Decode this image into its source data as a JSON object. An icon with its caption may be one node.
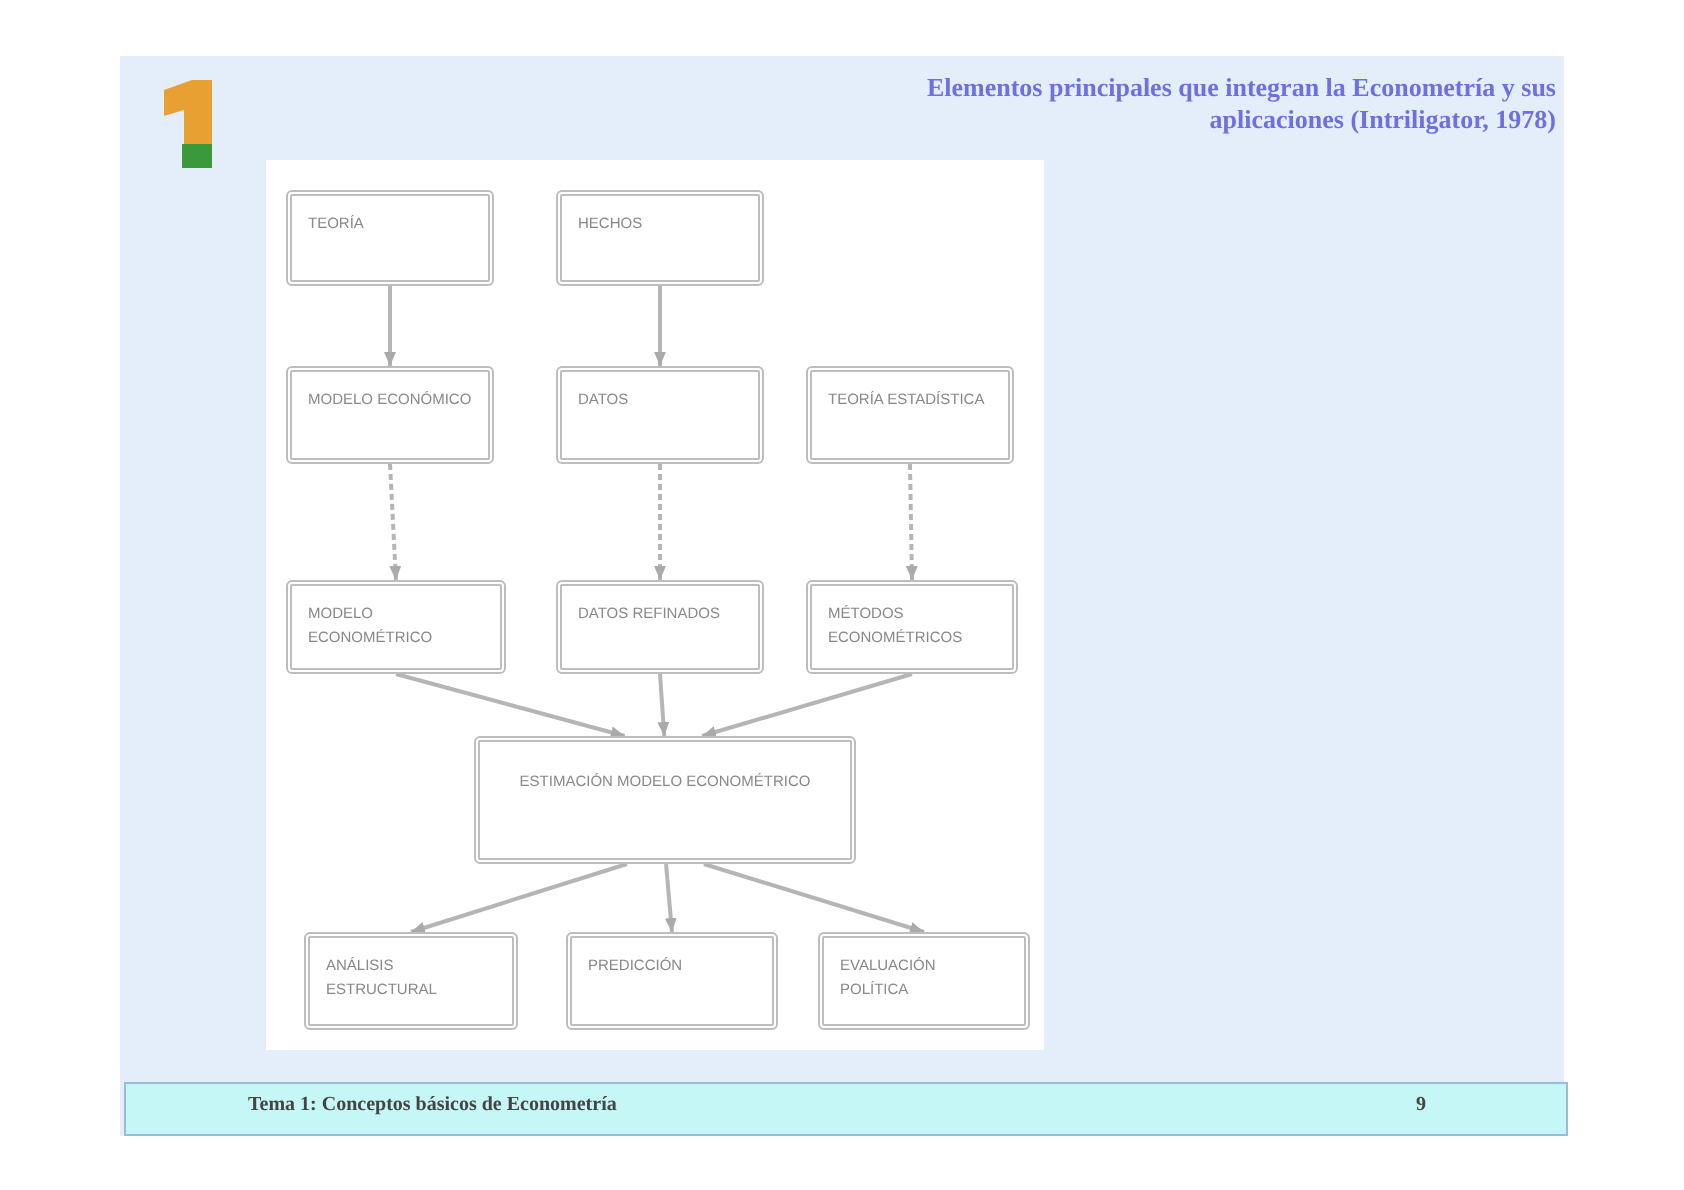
{
  "diagram": {
    "title": "Elementos principales que integran la Econometría y sus aplicaciones (Intriligator, 1978)",
    "nodes": [
      {
        "text": [
          "TEORÍA"
        ]
      },
      {
        "text": [
          "HECHOS"
        ]
      },
      {
        "text": [
          "MODELO ECONÓMICO"
        ]
      },
      {
        "text": [
          "DATOS"
        ]
      },
      {
        "text": [
          "TEORÍA ESTADÍSTICA"
        ]
      },
      {
        "text": [
          "MODELO ECONOMÉTRICO"
        ]
      },
      {
        "text": [
          "DATOS REFINADOS"
        ]
      },
      {
        "text": [
          "MÉTODOS ECONOMÉTRICOS"
        ]
      },
      {
        "text": [
          "ESTIMACIÓN MODELO ECONOMÉTRICO"
        ]
      },
      {
        "text": [
          "ANÁLISIS ESTRUCTURAL"
        ]
      },
      {
        "text": [
          "PREDICCIÓN"
        ]
      },
      {
        "text": [
          "EVALUACIÓN POLÍTICA"
        ]
      }
    ],
    "edges": [
      {
        "from": 0,
        "to": 2,
        "arrow": "to"
      },
      {
        "from": 1,
        "to": 3,
        "arrow": "to"
      },
      {
        "from": 2,
        "to": 5,
        "arrow": "to",
        "style": "dashed"
      },
      {
        "from": 3,
        "to": 6,
        "arrow": "to",
        "style": "dashed"
      },
      {
        "from": 4,
        "to": 7,
        "arrow": "to",
        "style": "dashed"
      },
      {
        "from": 5,
        "to": 8,
        "arrow": "to"
      },
      {
        "from": 6,
        "to": 8,
        "arrow": "to"
      },
      {
        "from": 7,
        "to": 8,
        "arrow": "to"
      },
      {
        "from": 8,
        "to": 9,
        "arrow": "to"
      },
      {
        "from": 8,
        "to": 10,
        "arrow": "to"
      },
      {
        "from": 8,
        "to": 11,
        "arrow": "to"
      }
    ],
    "labels": [
      "Tema 1: Conceptos básicos de Econometría",
      "9"
    ]
  }
}
